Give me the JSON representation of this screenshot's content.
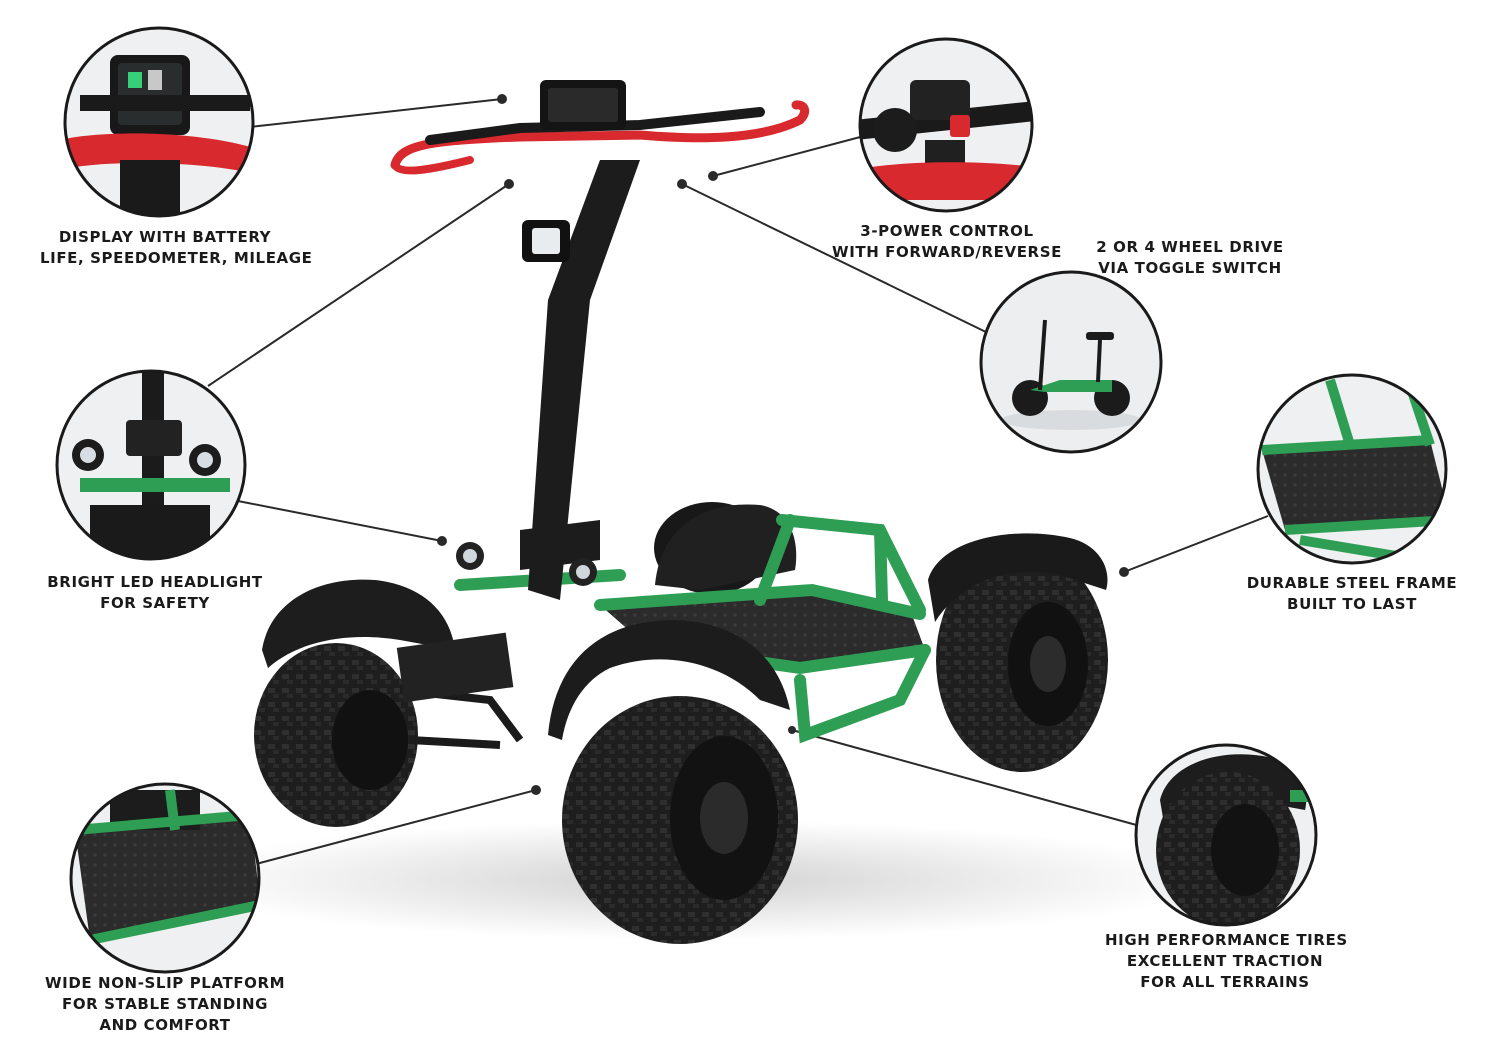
{
  "features": [
    {
      "id": "display",
      "icon": "display-closeup-icon",
      "lines": [
        "DISPLAY WITH BATTERY",
        "LIFE, SPEEDOMETER, MILEAGE"
      ]
    },
    {
      "id": "power",
      "icon": "throttle-control-closeup-icon",
      "lines": [
        "3-POWER CONTROL",
        "WITH FORWARD/REVERSE"
      ]
    },
    {
      "id": "drive",
      "icon": "two-wheel-mode-icon",
      "lines": [
        "2 OR 4 WHEEL DRIVE",
        "VIA TOGGLE SWITCH"
      ]
    },
    {
      "id": "headlight",
      "icon": "headlight-closeup-icon",
      "lines": [
        "BRIGHT LED HEADLIGHT",
        "FOR SAFETY"
      ]
    },
    {
      "id": "frame",
      "icon": "steel-frame-closeup-icon",
      "lines": [
        "DURABLE STEEL FRAME",
        "BUILT TO LAST"
      ]
    },
    {
      "id": "platform",
      "icon": "platform-closeup-icon",
      "lines": [
        "WIDE NON-SLIP PLATFORM",
        "FOR STABLE STANDING",
        "AND COMFORT"
      ]
    },
    {
      "id": "tires",
      "icon": "tire-closeup-icon",
      "lines": [
        "HIGH PERFORMANCE TIRES",
        "EXCELLENT TRACTION",
        "FOR ALL TERRAINS"
      ]
    }
  ],
  "colors": {
    "frame_green": "#2f9e55",
    "handlebar_red": "#d8292e",
    "tire_black": "#1b1b1b",
    "text": "#1a1a1a"
  }
}
